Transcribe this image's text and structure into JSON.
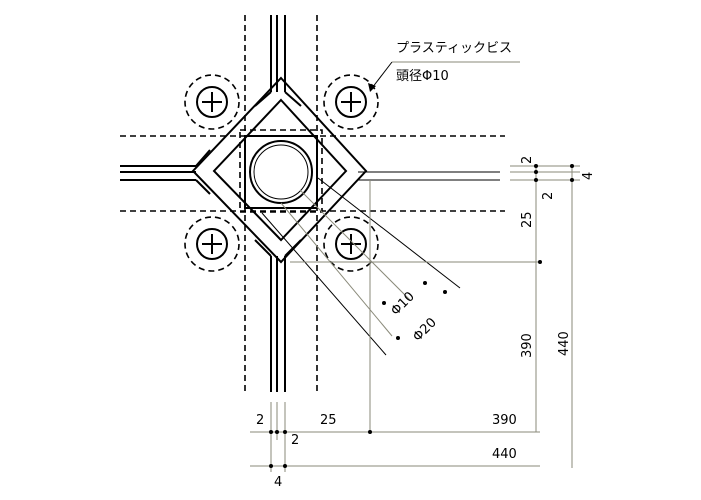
{
  "annotations": {
    "screw_label": "プラスティックビス",
    "screw_head": "頭径Φ10"
  },
  "dimensions": {
    "right": {
      "d1": "2",
      "d2": "2",
      "d3": "4",
      "d4": "25",
      "d5": "390",
      "d6": "440"
    },
    "bottom": {
      "d1": "2",
      "d2": "25",
      "d3": "390",
      "d4": "2",
      "d5": "440",
      "d6": "4"
    },
    "diagonal": {
      "phi10": "Φ10",
      "phi20": "Φ20"
    }
  },
  "colors": {
    "line": "#000000",
    "leader": "#8a8a7a",
    "background": "#ffffff"
  }
}
